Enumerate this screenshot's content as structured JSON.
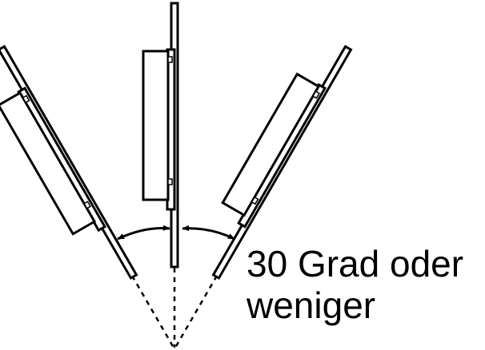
{
  "caption": {
    "line1": "30 Grad oder",
    "line2": "weniger"
  },
  "diagram": {
    "tilt_angles_deg": [
      -30,
      0,
      30
    ],
    "max_tilt_deg": 30,
    "colors": {
      "stroke": "#000000",
      "fill": "#ffffff"
    }
  }
}
